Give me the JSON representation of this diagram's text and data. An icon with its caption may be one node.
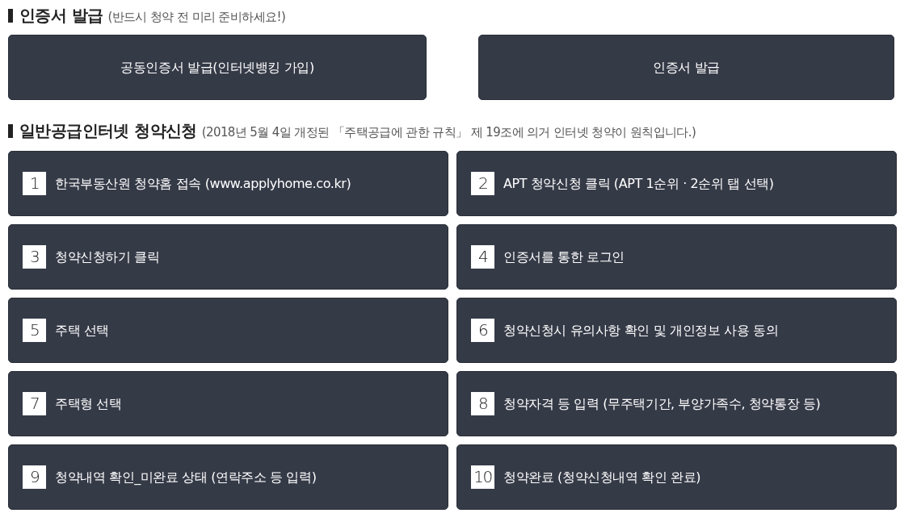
{
  "diagram": {
    "nodes": [
      {
        "text": [
          "공동인증서 발급(인터넷뱅킹 가입)"
        ]
      },
      {
        "text": [
          "인증서 발급"
        ]
      },
      {
        "text": [
          "1",
          "한국부동산원 청약홈 접속 (www.applyhome.co.kr)"
        ]
      },
      {
        "text": [
          "2",
          "APT 청약신청 클릭 (APT 1순위 · 2순위 탭 선택)"
        ]
      },
      {
        "text": [
          "3",
          "청약신청하기 클릭"
        ]
      },
      {
        "text": [
          "4",
          "인증서를 통한 로그인"
        ]
      },
      {
        "text": [
          "5",
          "주택 선택"
        ]
      },
      {
        "text": [
          "6",
          "청약신청시 유의사항 확인 및 개인정보 사용 동의"
        ]
      },
      {
        "text": [
          "7",
          "주택형 선택"
        ]
      },
      {
        "text": [
          "8",
          "청약자격 등 입력 (무주택기간, 부양가족수, 청약통장 등)"
        ]
      },
      {
        "text": [
          "9",
          "청약내역 확인_미완료 상태 (연락주소 등 입력)"
        ]
      },
      {
        "text": [
          "10",
          "청약완료 (청약신청내역 확인 완료)"
        ]
      }
    ],
    "labels": [
      "인증서 발급",
      "(반드시 청약 전 미리 준비하세요!)",
      "일반공급인터넷 청약신청",
      "(2018년 5월 4일 개정된 「주택공급에 관한 규칙」 제 19조에 의거 인터넷 청약이 원칙입니다.)"
    ]
  }
}
